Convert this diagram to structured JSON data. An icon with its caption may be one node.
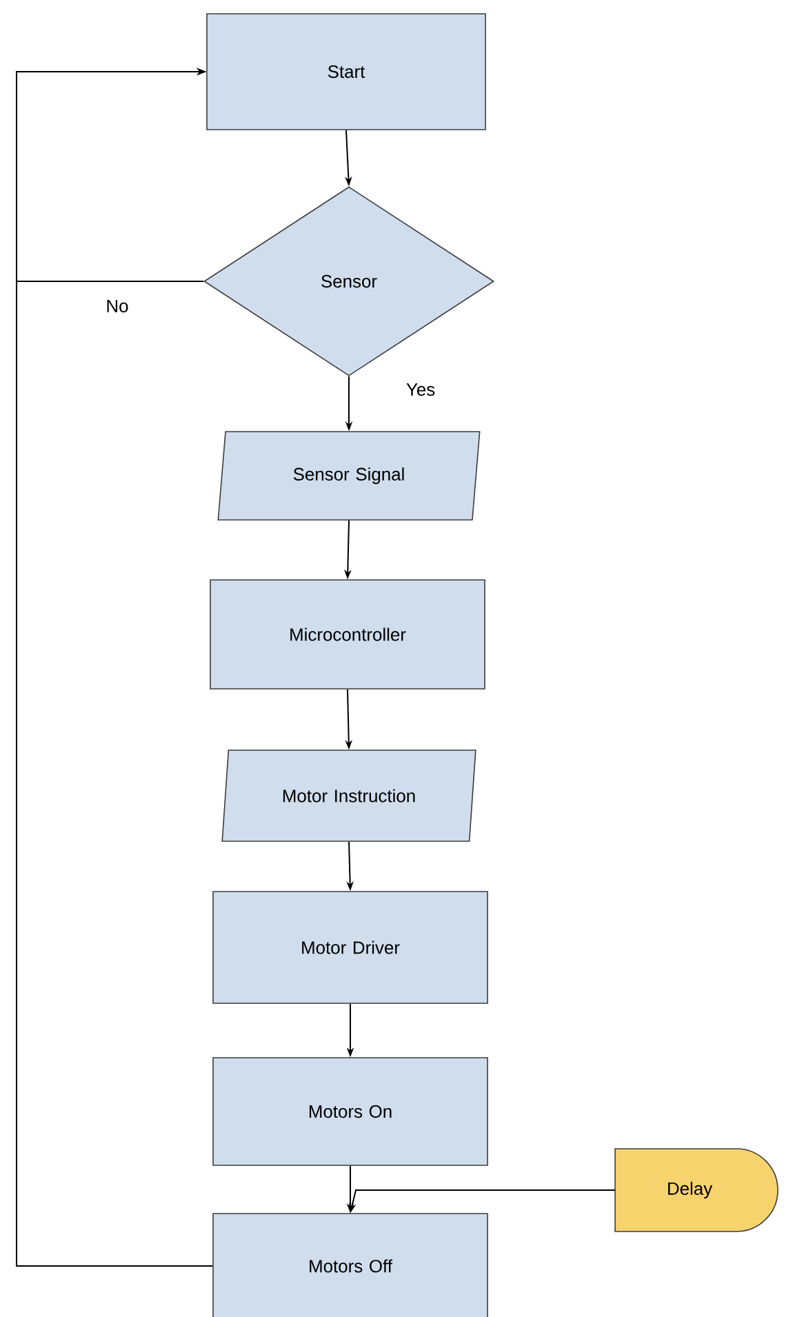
{
  "diagram": {
    "nodes": [
      {
        "text": [
          "Start"
        ]
      },
      {
        "text": [
          "Sensor"
        ]
      },
      {
        "text": [
          "Sensor Signal"
        ]
      },
      {
        "text": [
          "Microcontroller"
        ]
      },
      {
        "text": [
          "Motor Instruction"
        ]
      },
      {
        "text": [
          "Motor Driver"
        ]
      },
      {
        "text": [
          "Motors On"
        ]
      },
      {
        "text": [
          "Motors Off"
        ]
      },
      {
        "text": [
          "Delay"
        ]
      }
    ],
    "edges": [
      {
        "from": 0,
        "to": 1,
        "arrow": "to"
      },
      {
        "from": 1,
        "to": 2,
        "arrow": "to",
        "label": "Yes"
      },
      {
        "from": 2,
        "to": 3,
        "arrow": "to"
      },
      {
        "from": 3,
        "to": 4,
        "arrow": "to"
      },
      {
        "from": 4,
        "to": 5,
        "arrow": "to"
      },
      {
        "from": 5,
        "to": 6,
        "arrow": "to"
      },
      {
        "from": 6,
        "to": 7,
        "arrow": "to"
      },
      {
        "from": 8,
        "to": 7,
        "arrow": "to"
      },
      {
        "from": 1,
        "to": 0,
        "arrow": "to",
        "label": "No"
      },
      {
        "from": 7,
        "to": 0,
        "arrow": "to"
      }
    ]
  }
}
